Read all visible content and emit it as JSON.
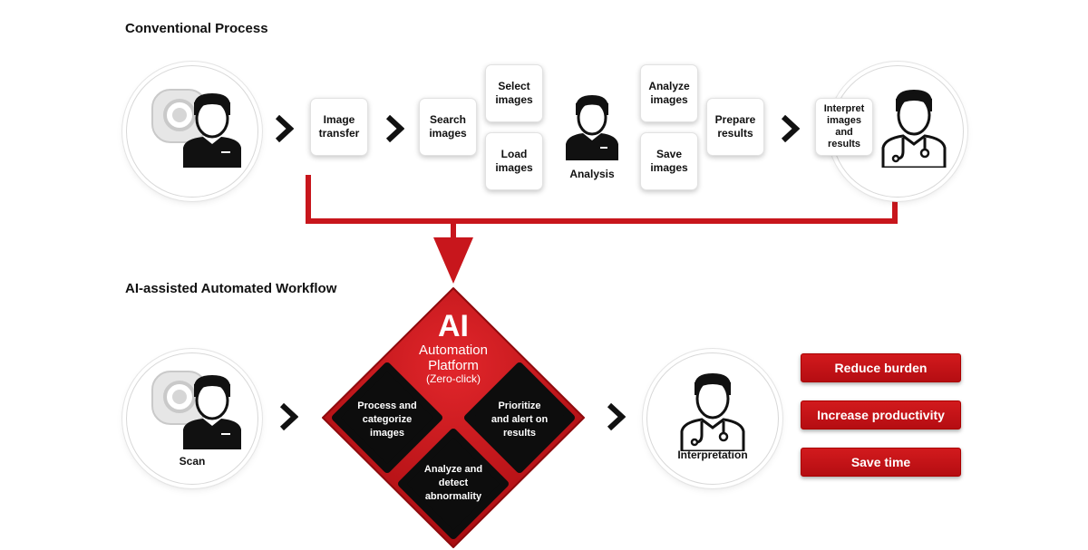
{
  "conventional": {
    "title": "Conventional Process",
    "steps": {
      "image_transfer": "Image\ntransfer",
      "search_images": "Search\nimages",
      "select_images": "Select\nimages",
      "load_images": "Load\nimages",
      "analysis": "Analysis",
      "analyze_images": "Analyze\nimages",
      "save_images": "Save\nimages",
      "prepare_results": "Prepare\nresults",
      "interpret": "Interpret\nimages and\nresults"
    }
  },
  "ai_workflow": {
    "title": "AI-assisted Automated Workflow",
    "scan_label": "Scan",
    "interpretation_label": "Interpretation",
    "platform": {
      "big": "AI",
      "line1": "Automation",
      "line2": "Platform",
      "sub": "(Zero-click)",
      "tiles": {
        "process": [
          "Process and",
          "categorize",
          "images"
        ],
        "prioritize": [
          "Prioritize",
          "and alert on",
          "results"
        ],
        "analyze": [
          "Analyze and",
          "detect",
          "abnormality"
        ]
      }
    },
    "benefits": [
      "Reduce burden",
      "Increase productivity",
      "Save time"
    ]
  },
  "colors": {
    "accent": "#c8161c",
    "dark": "#111111",
    "tile": "#0d0d0d"
  },
  "icons": [
    "ct-scanner-icon",
    "technician-icon",
    "analyst-icon",
    "doctor-icon",
    "chevron-right-icon",
    "down-arrow-icon"
  ]
}
